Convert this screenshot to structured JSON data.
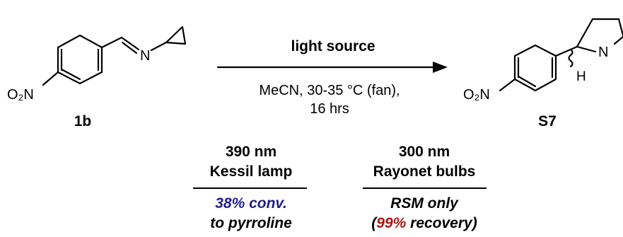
{
  "reaction": {
    "reagent_label": "light source",
    "conditions_line1": "MeCN, 30-35 °C (fan),",
    "conditions_line2": "16 hrs"
  },
  "starting_material": {
    "id": "1b",
    "substituent": "O₂N",
    "imine_n": "N"
  },
  "product": {
    "id": "S7",
    "substituent": "O₂N",
    "ring_n": "N",
    "h_label": "H"
  },
  "columns": [
    {
      "wavelength": "390 nm",
      "source": "Kessil lamp",
      "result_line1": "38% conv.",
      "result_line2": "to pyrroline"
    },
    {
      "wavelength": "300 nm",
      "source": "Rayonet bulbs",
      "result_line1": "RSM only",
      "result_line2_open": "(",
      "result_highlight": "99%",
      "result_line2_rest": " recovery)"
    }
  ],
  "colors": {
    "ink": "#000000",
    "conversion_blue": "#1f1f8c",
    "recovery_red": "#b01717"
  }
}
